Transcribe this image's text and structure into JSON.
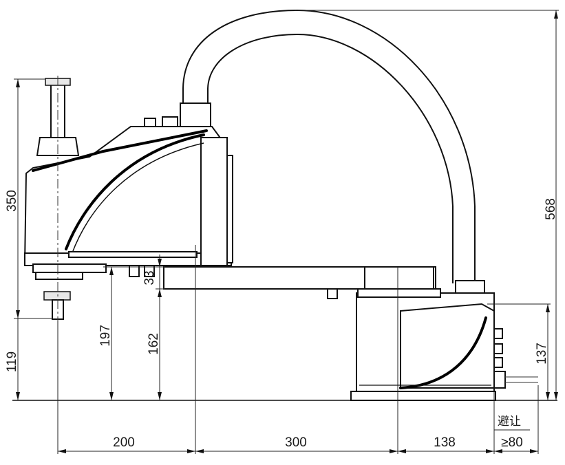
{
  "dimensions": {
    "total_height": "568",
    "arm_top_height": "350",
    "base_height": "119",
    "arm_underside_height": "197",
    "arm_bottom_height": "162",
    "arm_thickness": "33",
    "connector_height": "137",
    "reach_1": "200",
    "reach_2": "300",
    "base_depth": "138",
    "clearance_value": "≥80"
  },
  "notes": {
    "clearance_label": "避让"
  }
}
